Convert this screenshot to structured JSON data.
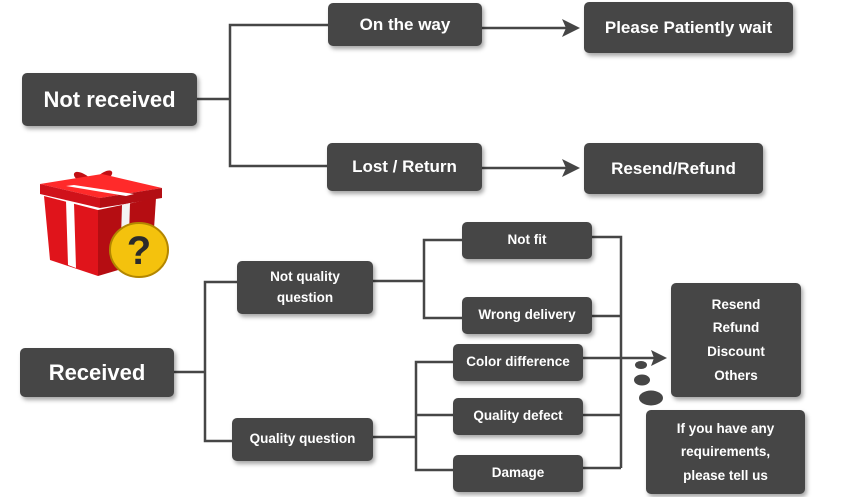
{
  "nodes": {
    "not_received": "Not received",
    "on_the_way": "On the way",
    "please_wait": "Please Patiently wait",
    "lost_return": "Lost / Return",
    "resend_refund": "Resend/Refund",
    "received": "Received",
    "not_quality_question": [
      "Not quality",
      "question"
    ],
    "quality_question": "Quality question",
    "not_fit": "Not fit",
    "wrong_delivery": "Wrong delivery",
    "color_difference": "Color difference",
    "quality_defect": "Quality defect",
    "damage": "Damage",
    "solutions": [
      "Resend",
      "Refund",
      "Discount",
      "Others"
    ],
    "requirements": [
      "If you have any",
      "requirements,",
      "please tell us"
    ]
  },
  "icon": {
    "gift_box": "gift-box-icon",
    "question_mark": "question-mark-icon",
    "box_color": "#e0141b",
    "badge_color": "#f4c20d"
  },
  "colors": {
    "box": "#464646",
    "line": "#464646",
    "text": "#ffffff"
  }
}
